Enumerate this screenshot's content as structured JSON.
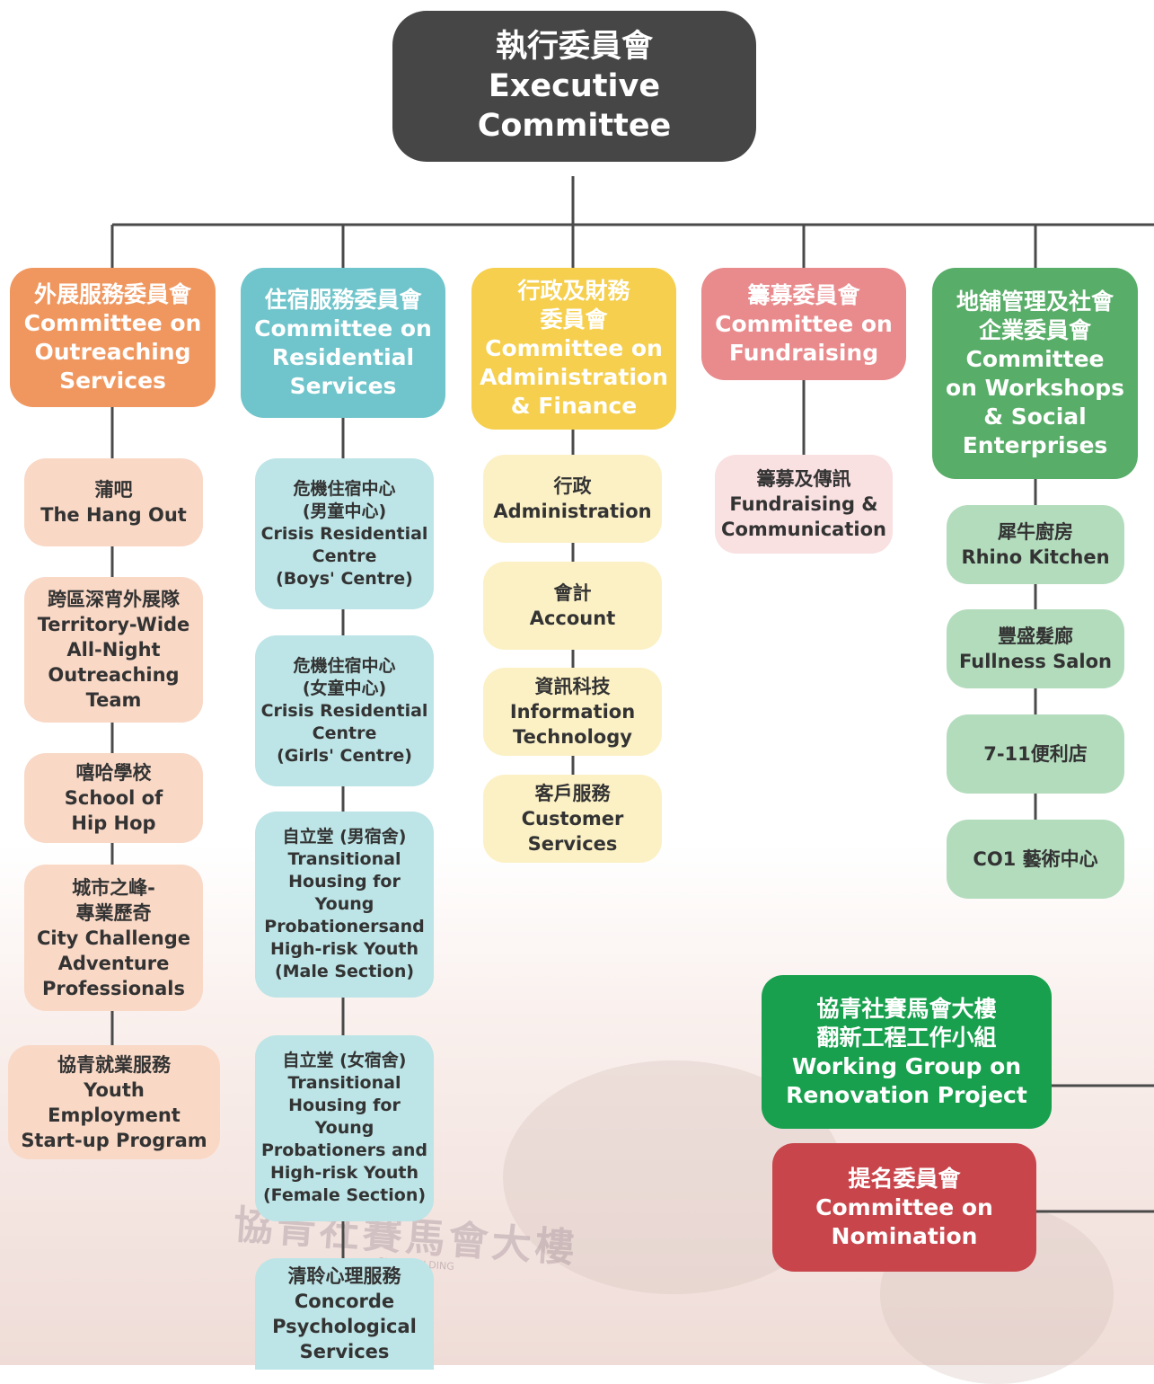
{
  "executive": {
    "zh": "執行委員會",
    "en1": "Executive",
    "en2": "Committee"
  },
  "outreach": {
    "head": [
      "外展服務委員會",
      "Committee on",
      "Outreaching",
      "Services"
    ],
    "items": [
      [
        "蒲吧",
        "The Hang Out"
      ],
      [
        "跨區深宵外展隊",
        "Territory-Wide",
        "All-Night",
        "Outreaching",
        "Team"
      ],
      [
        "嘻哈學校",
        "School of",
        "Hip Hop"
      ],
      [
        "城市之峰-",
        "專業歷奇",
        "City Challenge",
        "Adventure",
        "Professionals"
      ],
      [
        "協青就業服務",
        "Youth",
        "Employment",
        "Start-up Program"
      ]
    ]
  },
  "residential": {
    "head": [
      "住宿服務委員會",
      "Committee on",
      "Residential",
      "Services"
    ],
    "items": [
      [
        "危機住宿中心",
        "(男童中心)",
        "Crisis Residential",
        "Centre",
        "(Boys' Centre)"
      ],
      [
        "危機住宿中心",
        "(女童中心)",
        "Crisis Residential",
        "Centre",
        "(Girls' Centre)"
      ],
      [
        "自立堂 (男宿舍)",
        "Transitional",
        "Housing for",
        "Young",
        "Probationersand",
        "High-risk Youth",
        "(Male Section)"
      ],
      [
        "自立堂 (女宿舍)",
        "Transitional",
        "Housing for",
        "Young",
        "Probationers and",
        "High-risk Youth",
        "(Female Section)"
      ],
      [
        "清聆心理服務",
        "Concorde",
        "Psychological",
        "Services"
      ]
    ]
  },
  "admin": {
    "head": [
      "行政及財務",
      "委員會",
      "Committee on",
      "Administration",
      "& Finance"
    ],
    "items": [
      [
        "行政",
        "Administration"
      ],
      [
        "會計",
        "Account"
      ],
      [
        "資訊科技",
        "Information",
        "Technology"
      ],
      [
        "客戶服務",
        "Customer",
        "Services"
      ]
    ]
  },
  "fundraising": {
    "head": [
      "籌募委員會",
      "Committee on",
      "Fundraising"
    ],
    "items": [
      [
        "籌募及傳訊",
        "Fundraising &",
        "Communication"
      ]
    ]
  },
  "workshops": {
    "head": [
      "地舖管理及社會",
      "企業委員會",
      "Committee",
      "on Workshops",
      "& Social",
      "Enterprises"
    ],
    "items": [
      [
        "犀牛廚房",
        "Rhino Kitchen"
      ],
      [
        "豐盛髮廊",
        "Fullness Salon"
      ],
      [
        "7-11便利店"
      ],
      [
        "CO1 藝術中心"
      ]
    ]
  },
  "working_group": [
    "協青社賽馬會大樓",
    "翻新工程工作小組",
    "Working Group on",
    "Renovation Project"
  ],
  "nomination": [
    "提名委員會",
    "Committee on",
    "Nomination"
  ],
  "background_text": {
    "building": "協青社賽馬會大樓",
    "building_en": "CLUB BUILDING"
  },
  "colors": {
    "executive": "#464646",
    "outreach": "#f0975f",
    "residential": "#6fc5cb",
    "admin": "#f5cf4d",
    "fundraising": "#e98a8c",
    "workshops": "#58ad68",
    "working_group": "#18a04e",
    "nomination": "#c8454b",
    "line": "#4a4a4a"
  }
}
